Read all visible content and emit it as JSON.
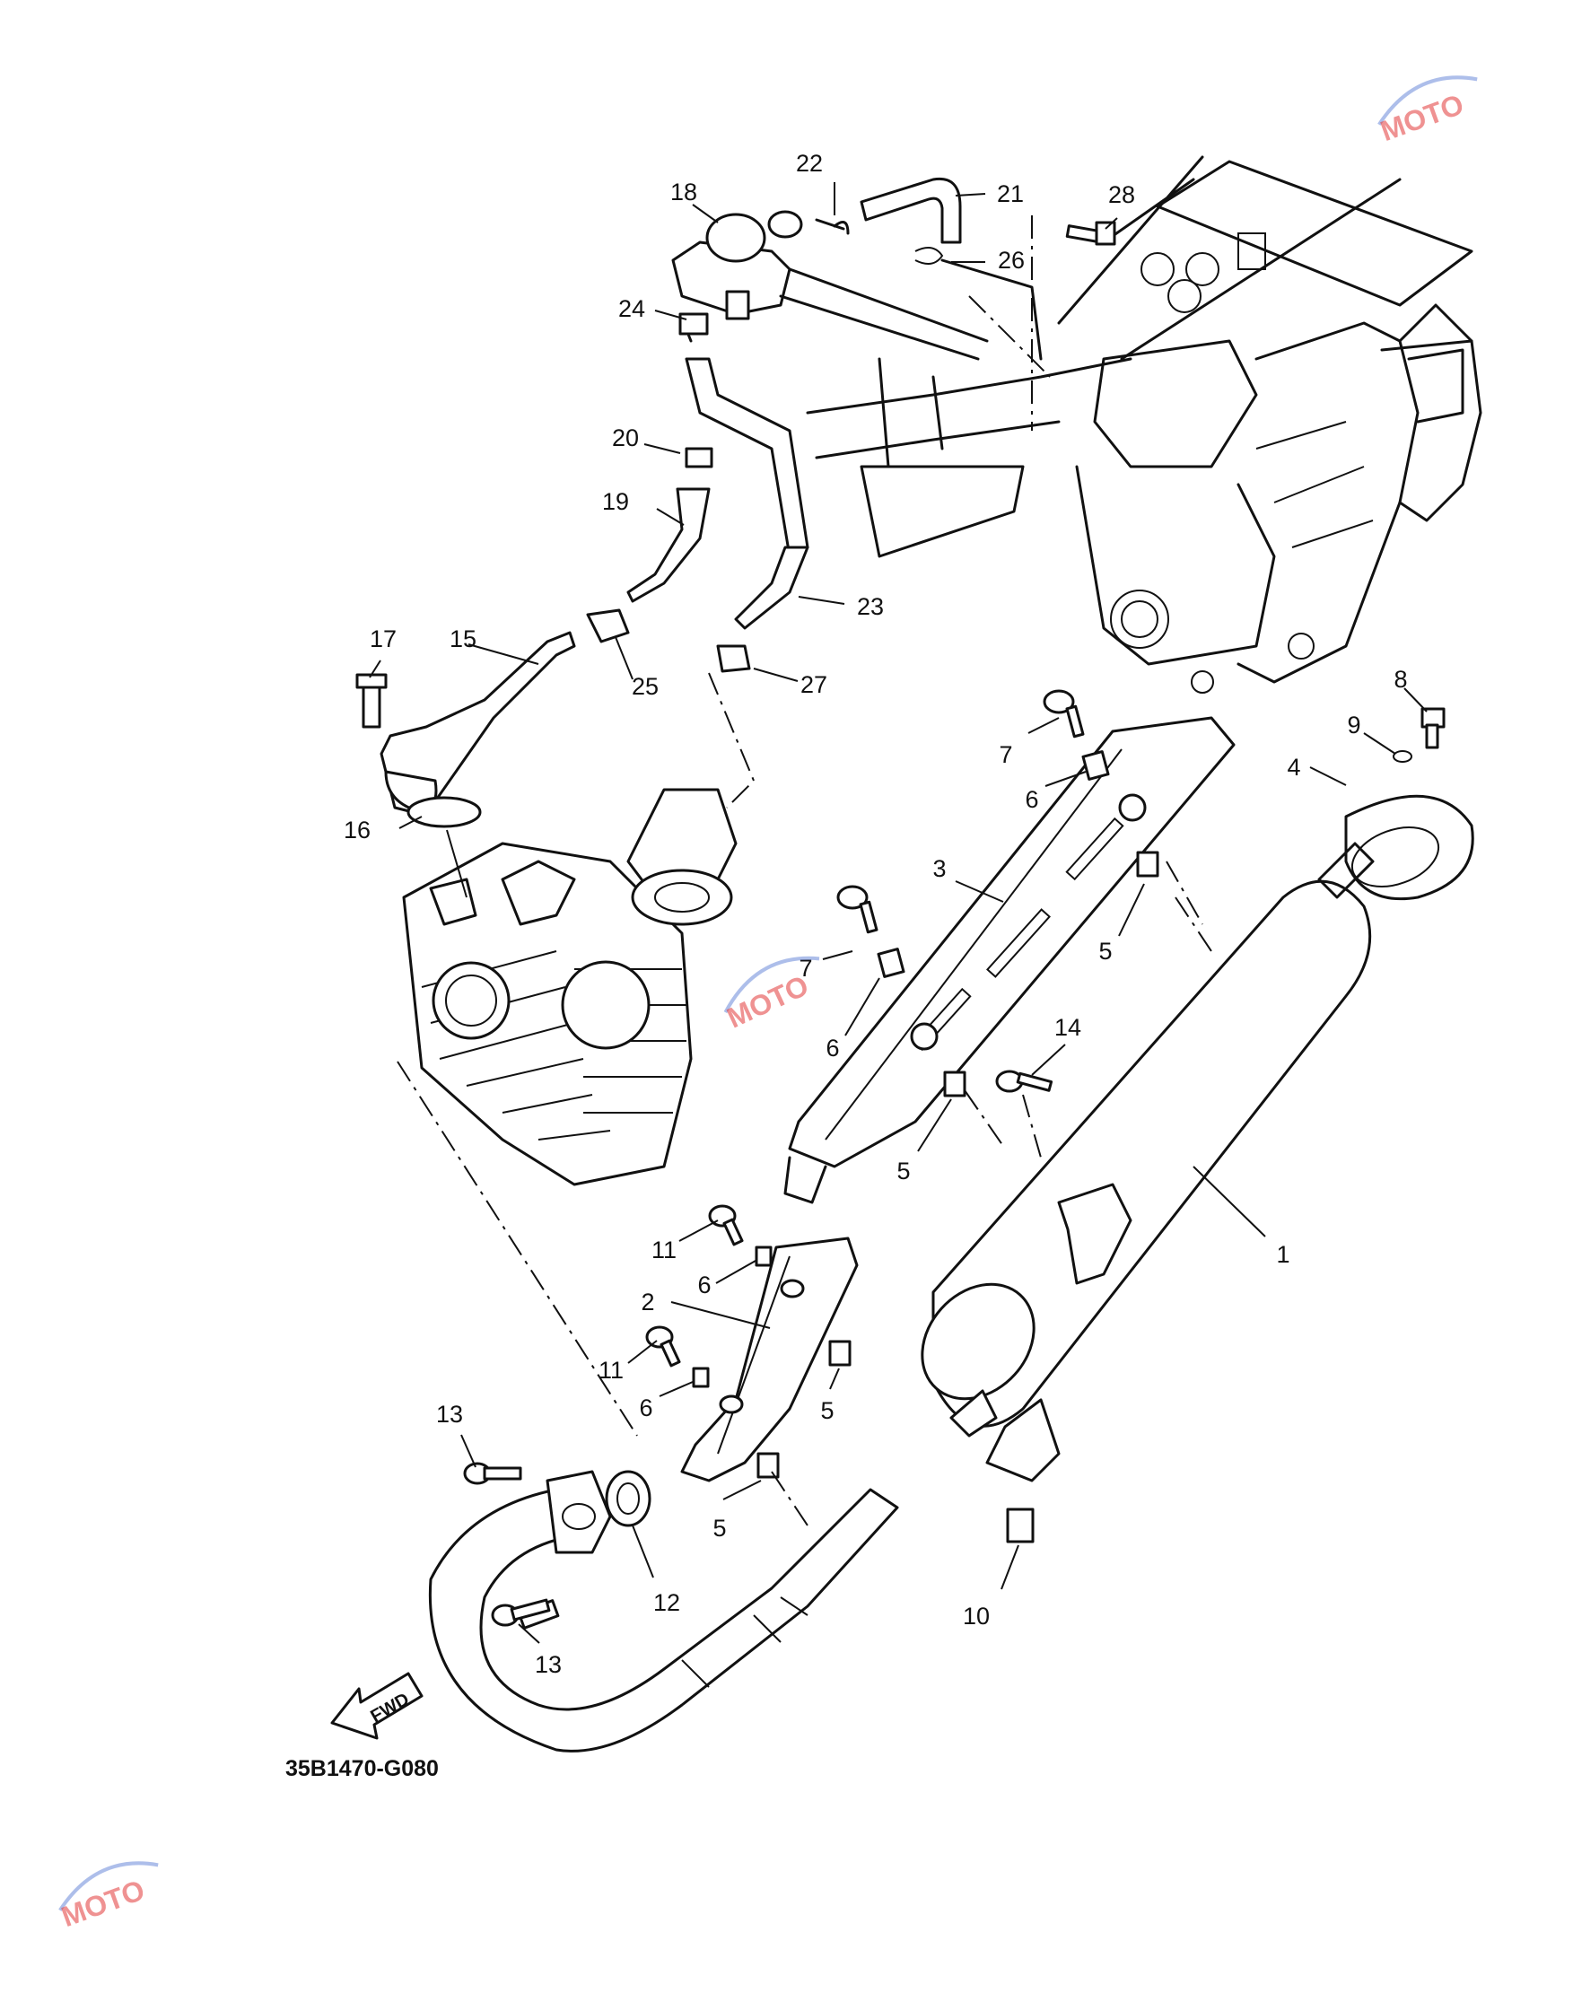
{
  "diagram": {
    "code_label": "35B1470-G080",
    "fwd_label": "FWD",
    "watermark_text": "MOTO",
    "callouts": [
      {
        "id": "c1",
        "label": "1"
      },
      {
        "id": "c2",
        "label": "2"
      },
      {
        "id": "c3",
        "label": "3"
      },
      {
        "id": "c4",
        "label": "4"
      },
      {
        "id": "c5a",
        "label": "5"
      },
      {
        "id": "c5b",
        "label": "5"
      },
      {
        "id": "c5c",
        "label": "5"
      },
      {
        "id": "c5d",
        "label": "5"
      },
      {
        "id": "c6a",
        "label": "6"
      },
      {
        "id": "c6b",
        "label": "6"
      },
      {
        "id": "c6c",
        "label": "6"
      },
      {
        "id": "c6d",
        "label": "6"
      },
      {
        "id": "c7a",
        "label": "7"
      },
      {
        "id": "c7b",
        "label": "7"
      },
      {
        "id": "c8",
        "label": "8"
      },
      {
        "id": "c9",
        "label": "9"
      },
      {
        "id": "c10",
        "label": "10"
      },
      {
        "id": "c11a",
        "label": "11"
      },
      {
        "id": "c11b",
        "label": "11"
      },
      {
        "id": "c12",
        "label": "12"
      },
      {
        "id": "c13a",
        "label": "13"
      },
      {
        "id": "c13b",
        "label": "13"
      },
      {
        "id": "c14",
        "label": "14"
      },
      {
        "id": "c15",
        "label": "15"
      },
      {
        "id": "c16",
        "label": "16"
      },
      {
        "id": "c17",
        "label": "17"
      },
      {
        "id": "c18",
        "label": "18"
      },
      {
        "id": "c19",
        "label": "19"
      },
      {
        "id": "c20",
        "label": "20"
      },
      {
        "id": "c21",
        "label": "21"
      },
      {
        "id": "c22",
        "label": "22"
      },
      {
        "id": "c23",
        "label": "23"
      },
      {
        "id": "c24",
        "label": "24"
      },
      {
        "id": "c25",
        "label": "25"
      },
      {
        "id": "c26",
        "label": "26"
      },
      {
        "id": "c27",
        "label": "27"
      },
      {
        "id": "c28",
        "label": "28"
      }
    ]
  },
  "colors": {
    "line": "#111111",
    "background": "#ffffff",
    "watermark": "#e23a3a"
  },
  "icons": [
    "fwd-arrow-icon",
    "moto-watermark-logo"
  ]
}
